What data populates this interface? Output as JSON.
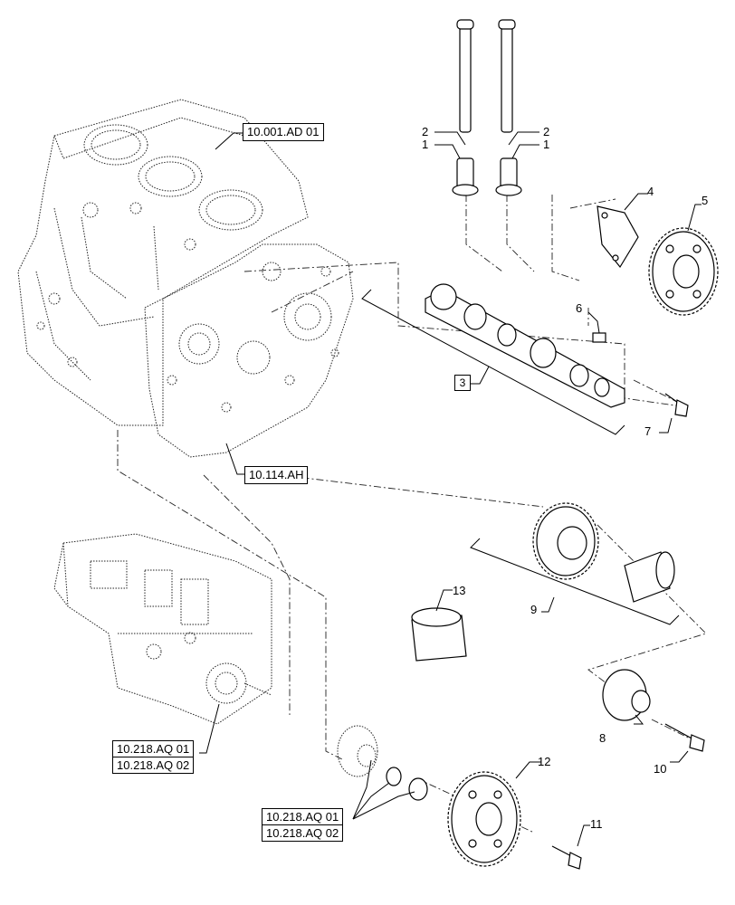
{
  "diagram": {
    "references": {
      "cylinder_block": "10.001.AD 01",
      "gear_case": "10.114.AH",
      "injection_pump": [
        "10.218.AQ 01",
        "10.218.AQ 02"
      ],
      "pump_drive": [
        "10.218.AQ 01",
        "10.218.AQ 02"
      ]
    },
    "callouts": {
      "c1a": "1",
      "c1b": "1",
      "c2a": "2",
      "c2b": "2",
      "c3": "3",
      "c4": "4",
      "c5": "5",
      "c6": "6",
      "c7": "7",
      "c8": "8",
      "c9": "9",
      "c10": "10",
      "c11": "11",
      "c12": "12",
      "c13": "13"
    },
    "parts": [
      {
        "number": "1",
        "icon": "tappet-icon"
      },
      {
        "number": "2",
        "icon": "push-rod-icon"
      },
      {
        "number": "3",
        "icon": "camshaft-icon"
      },
      {
        "number": "4",
        "icon": "thrust-plate-icon"
      },
      {
        "number": "5",
        "icon": "cam-gear-icon"
      },
      {
        "number": "6",
        "icon": "key-icon"
      },
      {
        "number": "7",
        "icon": "bolt-icon"
      },
      {
        "number": "8",
        "icon": "idler-shaft-icon"
      },
      {
        "number": "9",
        "icon": "idler-gear-icon"
      },
      {
        "number": "10",
        "icon": "bolt-icon"
      },
      {
        "number": "11",
        "icon": "bolt-icon"
      },
      {
        "number": "12",
        "icon": "pump-gear-icon"
      },
      {
        "number": "13",
        "icon": "bushing-icon"
      }
    ]
  }
}
